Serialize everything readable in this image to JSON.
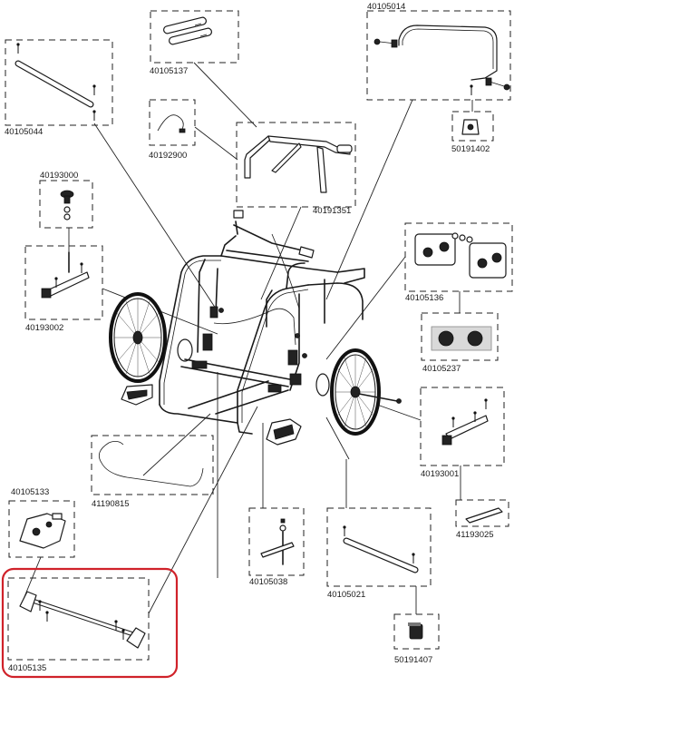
{
  "parts": [
    {
      "id": "p1",
      "number": "40105137"
    },
    {
      "id": "p2",
      "number": "40105014"
    },
    {
      "id": "p3",
      "number": "40105044"
    },
    {
      "id": "p4",
      "number": "50191402"
    },
    {
      "id": "p5",
      "number": "40192900"
    },
    {
      "id": "p6",
      "number": "40191351"
    },
    {
      "id": "p7",
      "number": "40193000"
    },
    {
      "id": "p8",
      "number": "40193002"
    },
    {
      "id": "p9",
      "number": "40105136"
    },
    {
      "id": "p10",
      "number": "40105237"
    },
    {
      "id": "p11",
      "number": "40193001"
    },
    {
      "id": "p12",
      "number": "41190815"
    },
    {
      "id": "p13",
      "number": "40105133"
    },
    {
      "id": "p14",
      "number": "41193025"
    },
    {
      "id": "p15",
      "number": "40105038"
    },
    {
      "id": "p16",
      "number": "40105021"
    },
    {
      "id": "p17",
      "number": "40105135"
    },
    {
      "id": "p18",
      "number": "50191407"
    }
  ],
  "highlighted_part": "40105135",
  "highlight_color": "#d0222a"
}
